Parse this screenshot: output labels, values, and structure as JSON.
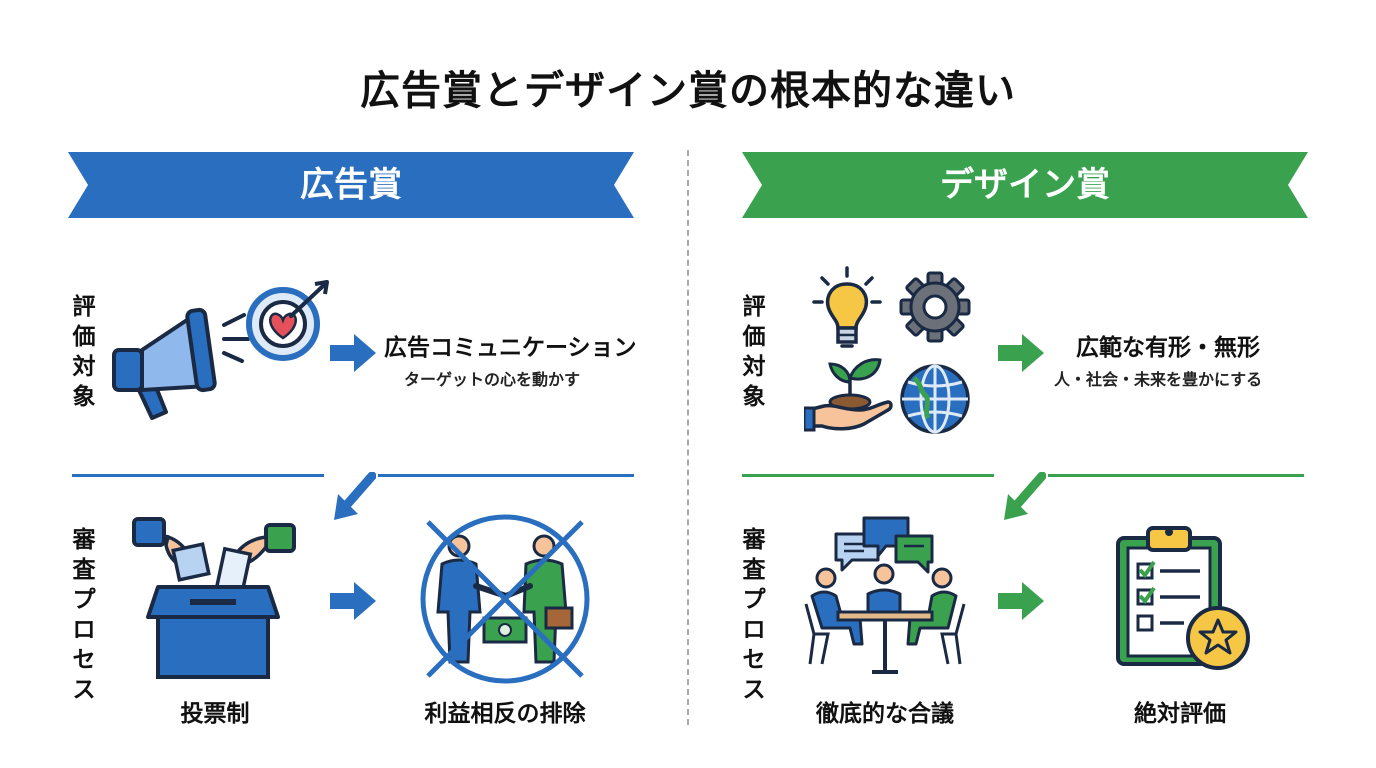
{
  "title": "広告賞とデザイン賞の根本的な違い",
  "colors": {
    "ad": "#2a6fbf",
    "design": "#3aa24f",
    "divider": "#a9a9a9"
  },
  "ad": {
    "banner": "広告賞",
    "eval_label": [
      "評",
      "価",
      "対",
      "象"
    ],
    "target_title": "広告コミュニケーション",
    "target_sub": "ターゲットの心を動かす",
    "review_label": [
      "審",
      "査",
      "プ",
      "ロ",
      "セ",
      "ス"
    ],
    "process_1": "投票制",
    "process_2": "利益相反の排除",
    "icons": [
      "megaphone-icon",
      "target-heart-icon",
      "voting-box-icon",
      "no-conflict-handshake-icon"
    ]
  },
  "design": {
    "banner": "デザイン賞",
    "eval_label": [
      "評",
      "価",
      "対",
      "象"
    ],
    "target_title": "広範な有形・無形",
    "target_sub": "人・社会・未来を豊かにする",
    "review_label": [
      "審",
      "査",
      "プ",
      "ロ",
      "セ",
      "ス"
    ],
    "process_1": "徹底的な合議",
    "process_2": "絶対評価",
    "icons": [
      "lightbulb-icon",
      "gear-icon",
      "plant-hand-icon",
      "globe-icon",
      "discussion-meeting-icon",
      "clipboard-star-icon"
    ]
  }
}
